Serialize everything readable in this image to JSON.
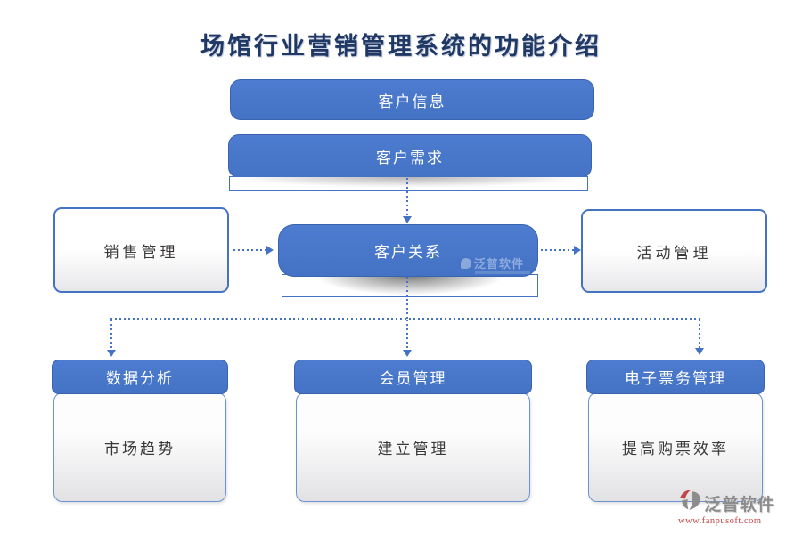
{
  "title": "场馆行业营销管理系统的功能介绍",
  "colors": {
    "accent_blue": "#4472C4",
    "title_navy": "#1F3864",
    "body_text": "#3B3838",
    "logo_gray": "#8C8C8C",
    "logo_red": "#C14848"
  },
  "flow": {
    "top": [
      {
        "label": "客户信息"
      },
      {
        "label": "客户需求"
      }
    ],
    "center": {
      "label": "客户关系"
    },
    "left": {
      "label": "销售管理"
    },
    "right": {
      "label": "活动管理"
    },
    "bottom": [
      {
        "header": "数据分析",
        "body": "市场趋势"
      },
      {
        "header": "会员管理",
        "body": "建立管理"
      },
      {
        "header": "电子票务管理",
        "body": "提高购票效率"
      }
    ]
  },
  "watermark": {
    "text": "泛普软件"
  },
  "footer_logo": {
    "name": "泛普软件",
    "url": "www.fanpusoft.com"
  }
}
